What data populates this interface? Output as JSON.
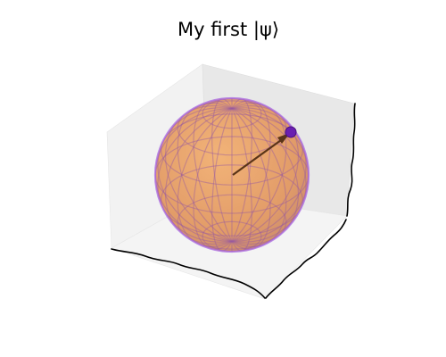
{
  "chart_data": {
    "type": "scatter",
    "title": "My first |ψ⟩",
    "projection": "3d",
    "surface": "sphere",
    "surface_color": "#e8a060",
    "wireframe_color": "#9b52d6",
    "point_color": "#6a1fb0",
    "vector_color": "#4a2a10",
    "vector": {
      "origin": [
        0,
        0,
        0
      ],
      "tip": [
        0.55,
        -0.35,
        0.5
      ]
    },
    "points": [
      {
        "x": 0.55,
        "y": -0.35,
        "z": 0.5
      }
    ],
    "grid": false,
    "xlabel": "",
    "ylabel": "",
    "zlabel": ""
  }
}
